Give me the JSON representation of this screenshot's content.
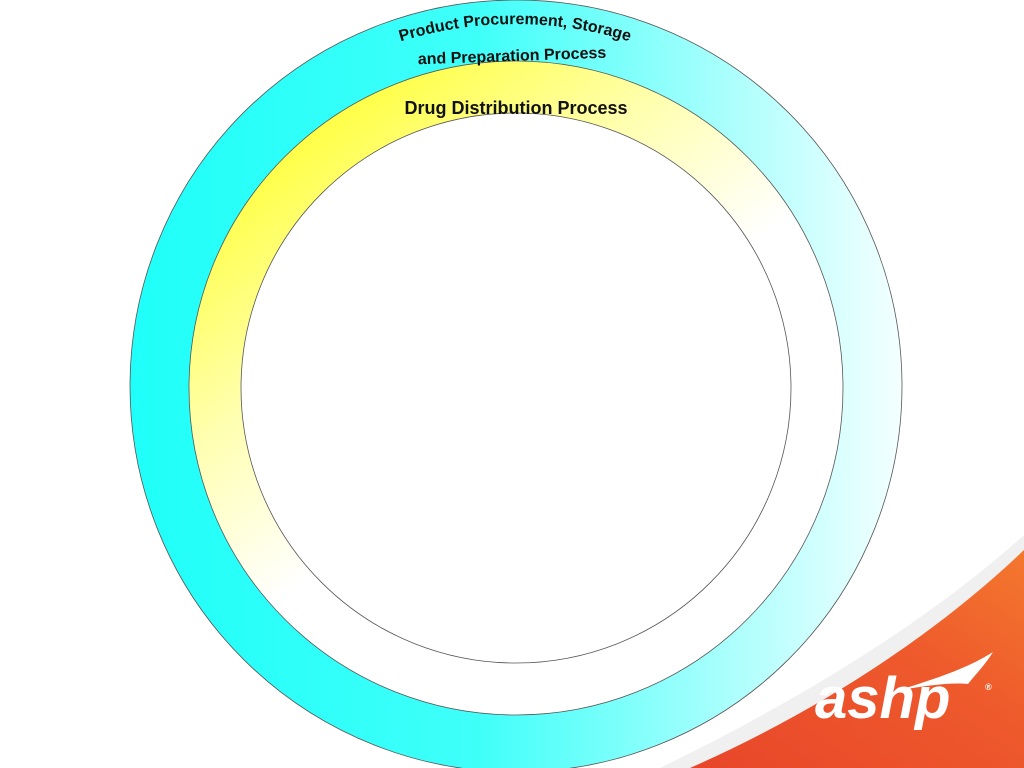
{
  "diagram": {
    "outer_ring": {
      "line1": "Product Procurement, Storage",
      "line2": "and Preparation Process"
    },
    "middle_ring": {
      "label": "Drug Distribution Process"
    }
  },
  "logo": {
    "text": "ashp",
    "mark": "®"
  },
  "colors": {
    "outer_ring": "#1ffff9",
    "middle_ring": "#ffff40",
    "logo_band": "#e8462a"
  }
}
